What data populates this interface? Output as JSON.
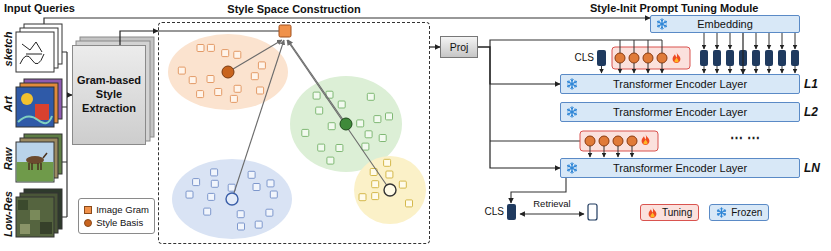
{
  "diagram": {
    "nodes": [
      {
        "text": [
          "Gram-based Style Extraction"
        ]
      },
      {
        "text": [
          "Style Space Construction"
        ]
      },
      {
        "text": [
          "Proj"
        ]
      },
      {
        "text": [
          "Embedding"
        ]
      },
      {
        "text": [
          "Transformer Encoder Layer",
          "L1"
        ]
      },
      {
        "text": [
          "Transformer Encoder Layer",
          "L2"
        ]
      },
      {
        "text": [
          "Transformer Encoder Layer",
          "LN"
        ]
      }
    ],
    "edges": [
      {
        "from": 0,
        "to": 1,
        "arrow": "to"
      },
      {
        "from": 1,
        "to": 2,
        "arrow": "to"
      },
      {
        "from": 2,
        "to": 4,
        "arrow": "to"
      },
      {
        "from": 2,
        "to": 6,
        "arrow": "to"
      },
      {
        "from": 3,
        "to": 4,
        "arrow": "to"
      }
    ],
    "labels": [
      "Input Queries",
      "sketch",
      "Art",
      "Raw",
      "Low-Res",
      "Style-Init Prompt Tuning Module",
      "CLS",
      "⋯ ⋯",
      "CLS",
      "Retrieval"
    ],
    "legend": [
      {
        "text": "Image Gram",
        "color": "#f0914a"
      },
      {
        "text": "Style Basis",
        "color": "#c8641e"
      },
      {
        "text": "Tuning",
        "color": "#fbe1dd"
      },
      {
        "text": "Frozen",
        "color": "#d8e8f7"
      }
    ]
  }
}
